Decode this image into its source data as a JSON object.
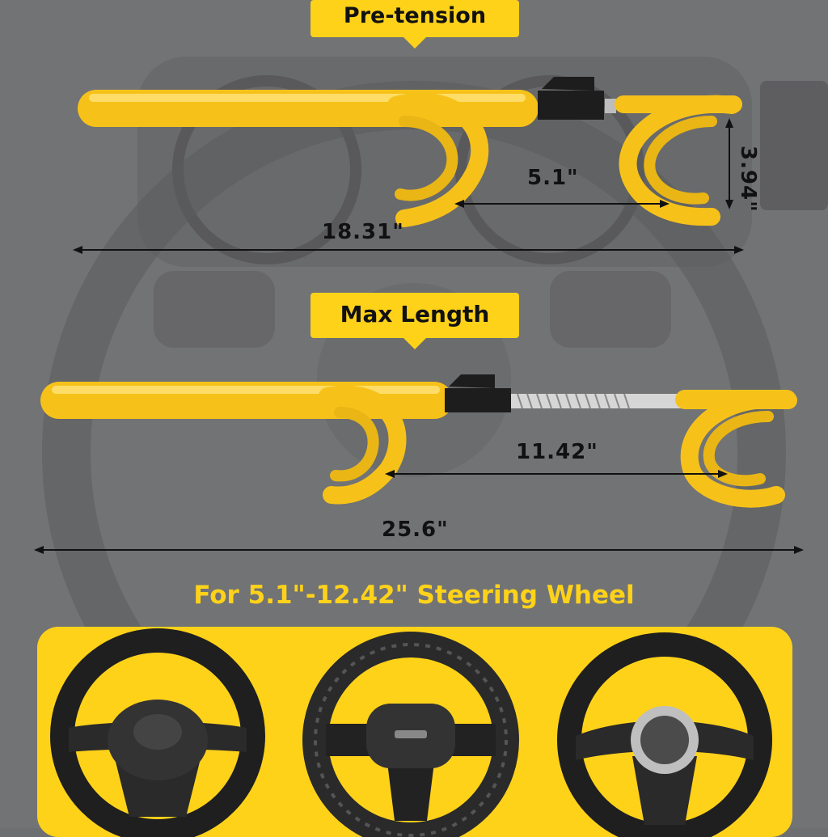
{
  "badges": {
    "pre_tension": "Pre-tension",
    "max_length": "Max Length"
  },
  "dimensions": {
    "pre_tension_gap": "5.1\"",
    "pre_tension_height": "3.94\"",
    "pre_tension_length": "18.31\"",
    "max_gap": "11.42\"",
    "max_length": "25.6\""
  },
  "headline": "For 5.1\"-12.42\" Steering Wheel",
  "colors": {
    "accent_yellow": "#ffd21a",
    "lock_yellow": "#f6c21a",
    "background_gray": "#6e6f71",
    "dimension_line": "#111111"
  },
  "icons": {
    "lock": "steering-wheel-lock-icon",
    "wheel": "steering-wheel-icon"
  }
}
